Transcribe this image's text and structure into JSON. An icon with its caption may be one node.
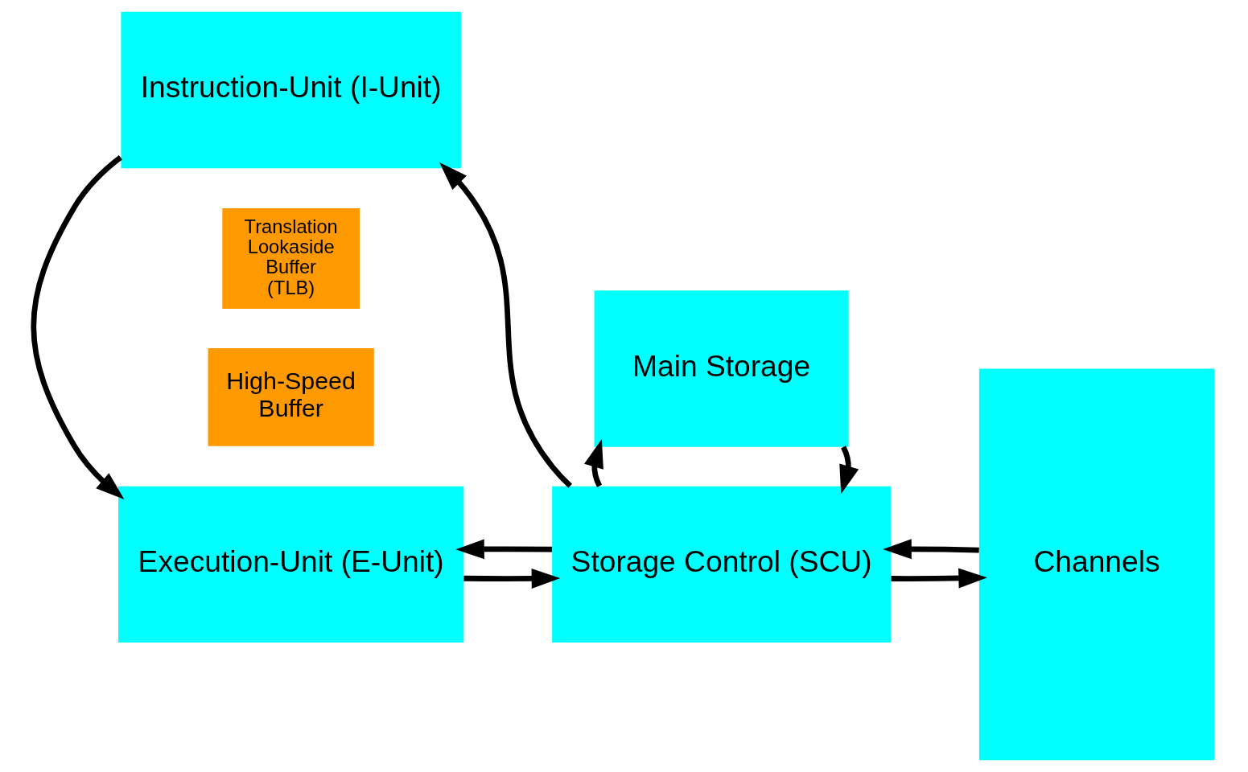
{
  "diagram": {
    "nodes": [
      {
        "text": [
          "Instruction-Unit (I-Unit)"
        ]
      },
      {
        "text": [
          "Storage Control (SCU)"
        ]
      },
      {
        "text": [
          "Channels"
        ]
      },
      {
        "text": [
          "Translation Lookaside Buffer (TLB)"
        ]
      },
      {
        "text": [
          "High-Speed Buffer"
        ]
      },
      {
        "text": [
          "Execution-Unit (E-Unit)"
        ]
      },
      {
        "text": [
          "Main Storage"
        ]
      }
    ],
    "edges": [
      {
        "from": 1,
        "to": 0,
        "arrow": "to"
      },
      {
        "from": 2,
        "to": 1,
        "arrow": "to"
      },
      {
        "from": 1,
        "to": 2,
        "arrow": "to"
      },
      {
        "from": 0,
        "to": 5,
        "arrow": "to"
      },
      {
        "from": 5,
        "to": 1,
        "arrow": "to"
      },
      {
        "from": 1,
        "to": 5,
        "arrow": "to"
      },
      {
        "from": 6,
        "to": 1,
        "arrow": "to"
      },
      {
        "from": 1,
        "to": 6,
        "arrow": "to"
      }
    ]
  }
}
